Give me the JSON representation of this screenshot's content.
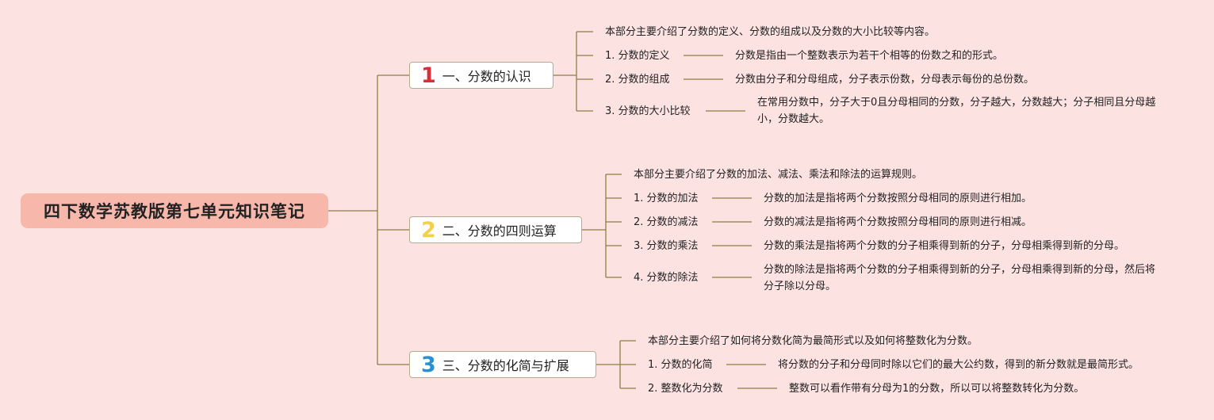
{
  "root": {
    "title": "四下数学苏教版第七单元知识笔记"
  },
  "colors": {
    "background": "#fde2e2",
    "root_fill": "#f8b7ab",
    "line": "#8c8045",
    "num1": "#d62f37",
    "num2": "#f2d04a",
    "num3": "#2a8fd1"
  },
  "topics": [
    {
      "num": "1",
      "title": "一、分数的认识",
      "summary": "本部分主要介绍了分数的定义、分数的组成以及分数的大小比较等内容。",
      "items": [
        {
          "label": "1. 分数的定义",
          "desc": "分数是指由一个整数表示为若干个相等的份数之和的形式。"
        },
        {
          "label": "2. 分数的组成",
          "desc": "分数由分子和分母组成，分子表示份数，分母表示每份的总份数。"
        },
        {
          "label": "3. 分数的大小比较",
          "desc": "在常用分数中，分子大于0且分母相同的分数，分子越大，分数越大；分子相同且分母越小，分数越大。"
        }
      ]
    },
    {
      "num": "2",
      "title": "二、分数的四则运算",
      "summary": "本部分主要介绍了分数的加法、减法、乘法和除法的运算规则。",
      "items": [
        {
          "label": "1. 分数的加法",
          "desc": "分数的加法是指将两个分数按照分母相同的原则进行相加。"
        },
        {
          "label": "2. 分数的减法",
          "desc": "分数的减法是指将两个分数按照分母相同的原则进行相减。"
        },
        {
          "label": "3. 分数的乘法",
          "desc": "分数的乘法是指将两个分数的分子相乘得到新的分子，分母相乘得到新的分母。"
        },
        {
          "label": "4. 分数的除法",
          "desc": "分数的除法是指将两个分数的分子相乘得到新的分子，分母相乘得到新的分母，然后将分子除以分母。"
        }
      ]
    },
    {
      "num": "3",
      "title": "三、分数的化简与扩展",
      "summary": "本部分主要介绍了如何将分数化简为最简形式以及如何将整数化为分数。",
      "items": [
        {
          "label": "1. 分数的化简",
          "desc": "将分数的分子和分母同时除以它们的最大公约数，得到的新分数就是最简形式。"
        },
        {
          "label": "2. 整数化为分数",
          "desc": "整数可以看作带有分母为1的分数，所以可以将整数转化为分数。"
        }
      ]
    }
  ]
}
